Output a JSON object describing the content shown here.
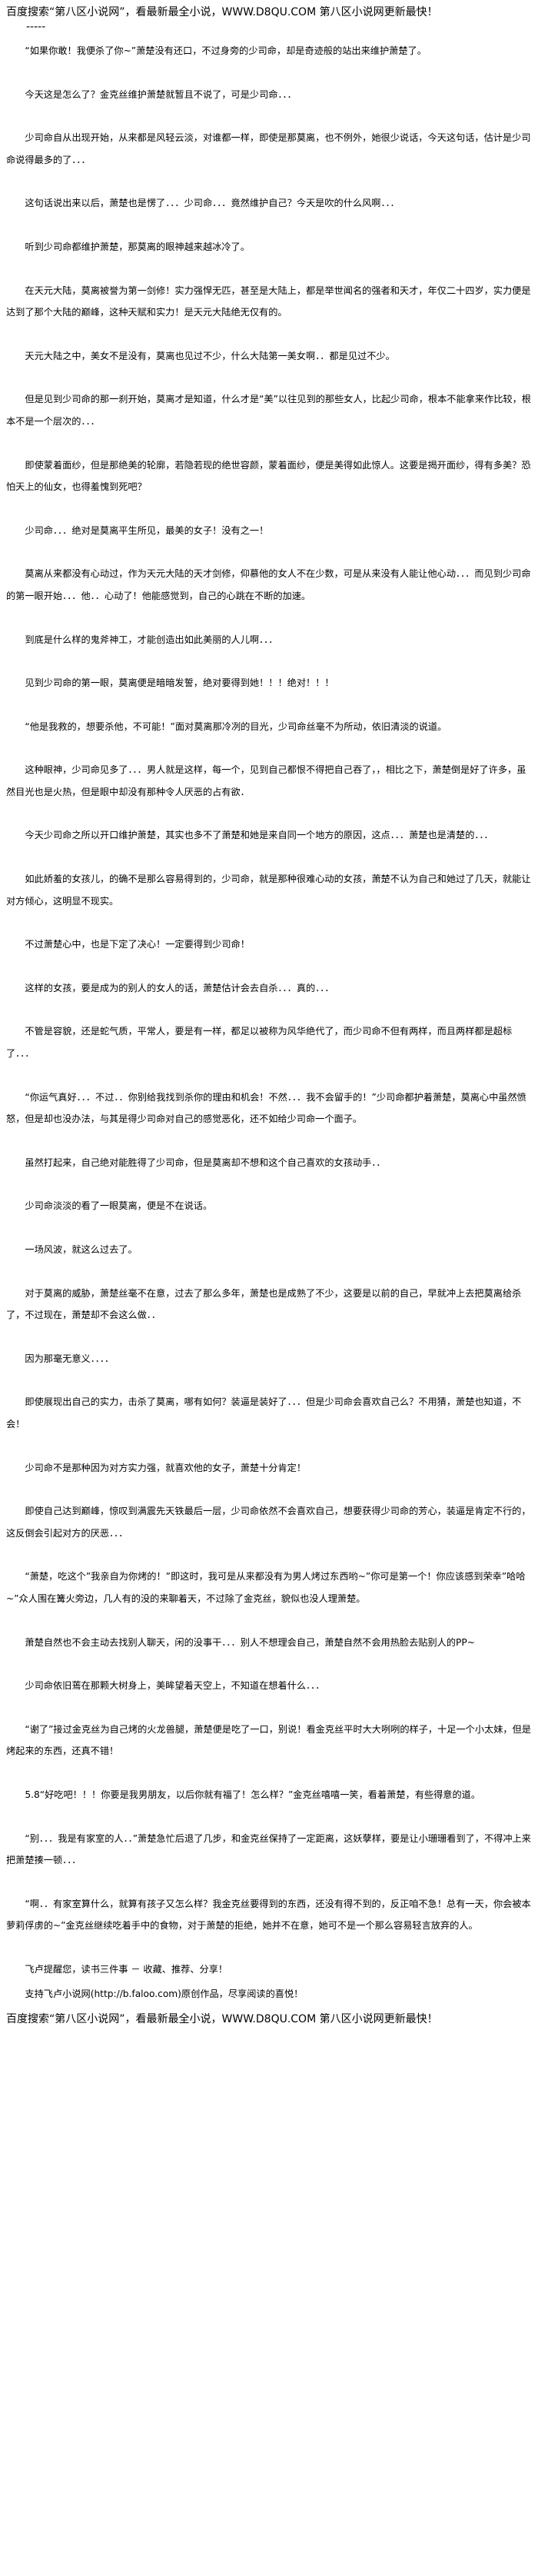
{
  "header": {
    "banner": "百度搜索“第八区小说网”，看最新最全小说，WWW.D8QU.COM 第八区小说网更新最快！",
    "dashes": "-----"
  },
  "paragraphs": [
    "“如果你敢！我便杀了你~”萧楚没有还口，不过身旁的少司命，却是奇迹般的站出来维护萧楚了。",
    "今天这是怎么了？金克丝维护萧楚就暂且不说了，可是少司命．．．",
    "少司命自从出现开始，从来都是风轻云淡，对谁都一样，即使是那莫离，也不例外，她很少说话，今天这句话，估计是少司命说得最多的了．．．",
    "这句话说出来以后，萧楚也是愣了．．．少司命．．．竟然维护自己？今天是吹的什么风啊．．．",
    "听到少司命都维护萧楚，那莫离的眼神越来越冰冷了。",
    "在天元大陆，莫离被誉为第一剑修！实力强悍无匹，甚至是大陆上，都是举世闻名的强者和天才，年仅二十四岁，实力便是达到了那个大陆的巅峰，这种天赋和实力！是天元大陆绝无仅有的。",
    "天元大陆之中，美女不是没有，莫离也见过不少，什么大陆第一美女啊．．都是见过不少。",
    "但是见到少司命的那一刹开始，莫离才是知道，什么才是“美”以往见到的那些女人，比起少司命，根本不能拿来作比较，根本不是一个层次的．．．",
    "即使蒙着面纱，但是那绝美的轮廓，若隐若现的绝世容颜，蒙着面纱，便是美得如此惊人。这要是揭开面纱，得有多美？恐怕天上的仙女，也得羞愧到死吧？",
    "少司命．．．绝对是莫离平生所见，最美的女子！没有之一！",
    "莫离从来都没有心动过，作为天元大陆的天才剑修，仰慕他的女人不在少数，可是从来没有人能让他心动．．．而见到少司命的第一眼开始．．．他．．心动了！他能感觉到，自己的心跳在不断的加速。",
    "到底是什么样的鬼斧神工，才能创造出如此美丽的人儿啊．．．",
    "见到少司命的第一眼，莫离便是暗暗发誓，绝对要得到她！！！绝对！！！",
    "“他是我救的，想要杀他，不可能！”面对莫离那冷冽的目光，少司命丝毫不为所动，依旧清淡的说道。",
    "这种眼神，少司命见多了．．．男人就是这样，每一个，见到自己都恨不得把自己吞了，，相比之下，萧楚倒是好了许多，虽然目光也是火热，但是眼中却没有那种令人厌恶的占有欲．",
    "今天少司命之所以开口维护萧楚，其实也多不了萧楚和她是来自同一个地方的原因，这点．．．萧楚也是清楚的．．．",
    "如此娇羞的女孩儿，的确不是那么容易得到的，少司命，就是那种很难心动的女孩，萧楚不认为自己和她过了几天，就能让对方倾心，这明显不现实。",
    "不过萧楚心中，也是下定了决心！一定要得到少司命！",
    "这样的女孩，要是成为的别人的女人的话，萧楚估计会去自杀．．．真的．．．",
    "不管是容貌，还是蛇气质，平常人，要是有一样，都足以被称为风华绝代了，而少司命不但有两样，而且两样都是超标了．．．",
    "“你运气真好．．．不过．．你别给我找到杀你的理由和机会！不然．．．我不会留手的！”少司命都护着萧楚，莫离心中虽然愤怒，但是却也没办法，与其是得少司命对自己的感觉恶化，还不如给少司命一个面子。",
    "虽然打起来，自己绝对能胜得了少司命，但是莫离却不想和这个自己喜欢的女孩动手．．",
    "少司命淡淡的看了一眼莫离，便是不在说话。",
    "一场风波，就这么过去了。",
    "对于莫离的威胁，萧楚丝毫不在意，过去了那么多年，萧楚也是成熟了不少，这要是以前的自己，早就冲上去把莫离给杀了，不过现在，萧楚却不会这么做．．",
    "因为那毫无意义．．．．",
    "即使展现出自己的实力，击杀了莫离，哪有如何？装逼是装好了．．．但是少司命会喜欢自己么？不用猜，萧楚也知道，不会！",
    "少司命不是那种因为对方实力强，就喜欢他的女子，萧楚十分肯定！",
    "即使自己达到巅峰，惊叹到满震先天铁最后一层，少司命依然不会喜欢自己，想要获得少司命的芳心，装逼是肯定不行的，这反倒会引起对方的厌恶．．．",
    "“萧楚，吃这个”我亲自为你烤的！”即这时，我可是从来都没有为男人烤过东西哟~”你可是第一个！你应该感到荣幸”哈哈~”众人围在篝火旁边，几人有的没的来聊着天，不过除了金克丝，貌似也没人理萧楚。",
    "萧楚自然也不会主动去找别人聊天，闲的没事干．．．别人不想理会自己，萧楚自然不会用热脸去贴别人的PP~",
    "少司命依旧蔫在那颗大树身上，美眸望着天空上，不知道在想着什么．．．",
    "“谢了”接过金克丝为自己烤的火龙兽腿，萧楚便是吃了一口，别说！看金克丝平时大大咧咧的样子，十足一个小太妹，但是烤起来的东西，还真不错！",
    "5.8“好吃吧！！！你要是我男朋友，以后你就有福了！怎么样？”金克丝嘻嘻一笑，看着萧楚，有些得意的道。",
    "“别．．．我是有家室的人．．”萧楚急忙后退了几步，和金克丝保持了一定距离，这妖孽样，要是让小珊珊看到了，不得冲上来把萧楚揍一顿．．．",
    "“啊．．有家室算什么，就算有孩子又怎么样？我金克丝要得到的东西，还没有得不到的，反正咱不急！总有一天，你会被本萝莉俘虏的~”金克丝继续吃着手中的食物，对于萧楚的拒绝，她并不在意，她可不是一个那么容易轻言放弃的人。"
  ],
  "footer": {
    "note": "飞卢提醒您，读书三件事 － 收藏、推荐、分享！",
    "support": "支持飞卢小说网(http://b.faloo.com)原创作品，尽享阅读的喜悦！",
    "banner": "百度搜索“第八区小说网”，看最新最全小说，WWW.D8QU.COM 第八区小说网更新最快！"
  }
}
